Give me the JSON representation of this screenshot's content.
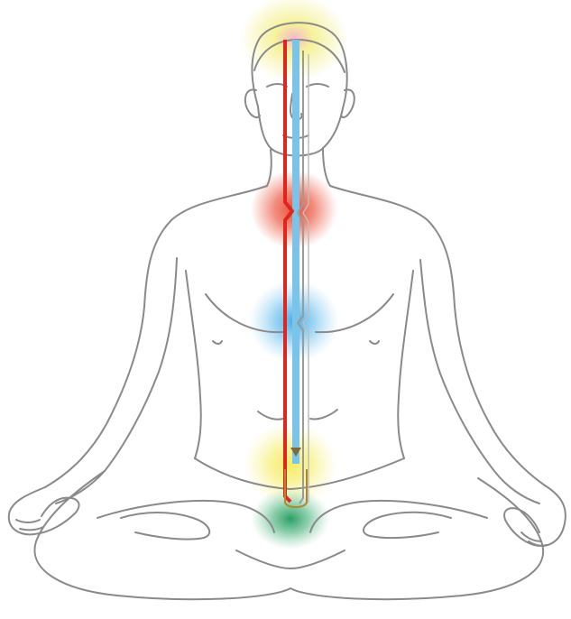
{
  "figure": {
    "outline_color": "#8a8a8a",
    "background": "#ffffff"
  },
  "channels": [
    {
      "name": "left-channel",
      "color": "#e0261c"
    },
    {
      "name": "central-channel",
      "color": "#7cc3ea"
    },
    {
      "name": "right-channel",
      "color": "#9a9a9a"
    }
  ],
  "glows": [
    {
      "name": "crown-glow",
      "color": "#f4f08a",
      "core": "#f7b4c8"
    },
    {
      "name": "throat-glow",
      "color": "#e8432c"
    },
    {
      "name": "heart-glow",
      "color": "#4fb3ea"
    },
    {
      "name": "navel-glow",
      "color": "#f6ec5a"
    },
    {
      "name": "base-glow",
      "color": "#1f9a5a"
    }
  ]
}
